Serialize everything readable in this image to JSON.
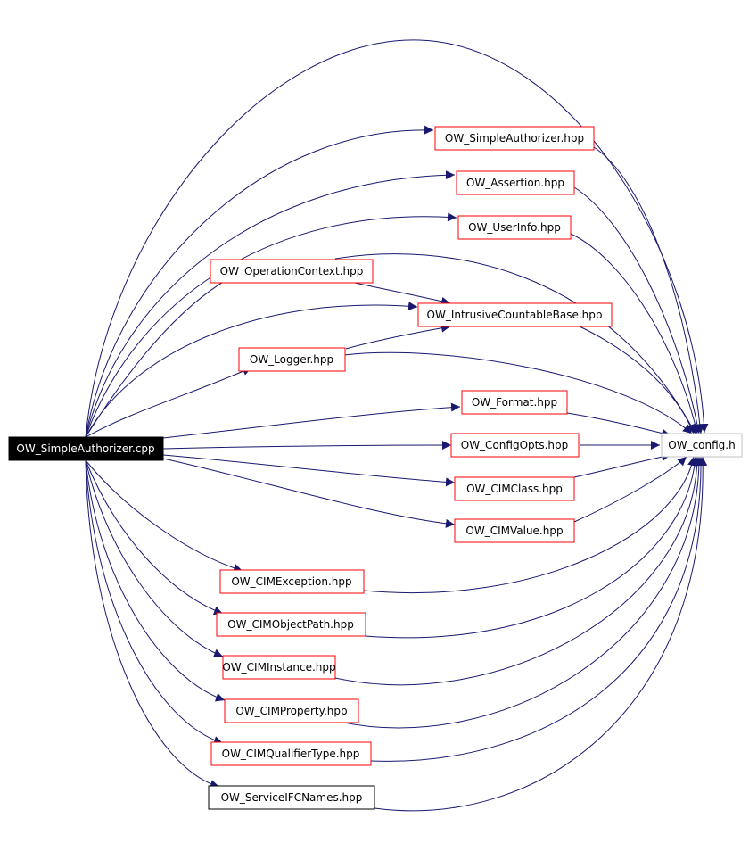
{
  "graph": {
    "edge_color": "#191970",
    "link_border_color": "#ff0000",
    "root": {
      "id": "root",
      "label": "OW_SimpleAuthorizer.cpp"
    },
    "nodes": [
      {
        "id": "simpleauth_hpp",
        "label": "OW_SimpleAuthorizer.hpp",
        "link": true
      },
      {
        "id": "assertion",
        "label": "OW_Assertion.hpp",
        "link": true
      },
      {
        "id": "userinfo",
        "label": "OW_UserInfo.hpp",
        "link": true
      },
      {
        "id": "opcontext",
        "label": "OW_OperationContext.hpp",
        "link": true
      },
      {
        "id": "intrusive",
        "label": "OW_IntrusiveCountableBase.hpp",
        "link": true
      },
      {
        "id": "logger",
        "label": "OW_Logger.hpp",
        "link": true
      },
      {
        "id": "format",
        "label": "OW_Format.hpp",
        "link": true
      },
      {
        "id": "configopts",
        "label": "OW_ConfigOpts.hpp",
        "link": true
      },
      {
        "id": "config_h",
        "label": "OW_config.h",
        "link": false,
        "border": "#c0c0c0"
      },
      {
        "id": "cimclass",
        "label": "OW_CIMClass.hpp",
        "link": true
      },
      {
        "id": "cimvalue",
        "label": "OW_CIMValue.hpp",
        "link": true
      },
      {
        "id": "cimexception",
        "label": "OW_CIMException.hpp",
        "link": true
      },
      {
        "id": "cimobjectpath",
        "label": "OW_CIMObjectPath.hpp",
        "link": true
      },
      {
        "id": "ciminstance",
        "label": "OW_CIMInstance.hpp",
        "link": true
      },
      {
        "id": "cimproperty",
        "label": "OW_CIMProperty.hpp",
        "link": true
      },
      {
        "id": "cimqualifiertype",
        "label": "OW_CIMQualifierType.hpp",
        "link": true
      },
      {
        "id": "serviceifcnames",
        "label": "OW_ServiceIFCNames.hpp",
        "link": false,
        "border": "#000000"
      }
    ],
    "edges": [
      [
        "root",
        "config_h"
      ],
      [
        "root",
        "simpleauth_hpp"
      ],
      [
        "root",
        "assertion"
      ],
      [
        "root",
        "userinfo"
      ],
      [
        "root",
        "opcontext"
      ],
      [
        "root",
        "intrusive"
      ],
      [
        "root",
        "logger"
      ],
      [
        "root",
        "format"
      ],
      [
        "root",
        "configopts"
      ],
      [
        "root",
        "cimclass"
      ],
      [
        "root",
        "cimvalue"
      ],
      [
        "root",
        "cimexception"
      ],
      [
        "root",
        "cimobjectpath"
      ],
      [
        "root",
        "ciminstance"
      ],
      [
        "root",
        "cimproperty"
      ],
      [
        "root",
        "cimqualifiertype"
      ],
      [
        "root",
        "serviceifcnames"
      ],
      [
        "simpleauth_hpp",
        "config_h"
      ],
      [
        "assertion",
        "config_h"
      ],
      [
        "userinfo",
        "config_h"
      ],
      [
        "opcontext",
        "config_h"
      ],
      [
        "opcontext",
        "intrusive"
      ],
      [
        "intrusive",
        "config_h"
      ],
      [
        "logger",
        "intrusive"
      ],
      [
        "logger",
        "config_h"
      ],
      [
        "format",
        "config_h"
      ],
      [
        "configopts",
        "config_h"
      ],
      [
        "cimclass",
        "config_h"
      ],
      [
        "cimvalue",
        "config_h"
      ],
      [
        "cimexception",
        "config_h"
      ],
      [
        "cimobjectpath",
        "config_h"
      ],
      [
        "ciminstance",
        "config_h"
      ],
      [
        "cimproperty",
        "config_h"
      ],
      [
        "cimqualifiertype",
        "config_h"
      ],
      [
        "serviceifcnames",
        "config_h"
      ]
    ]
  }
}
